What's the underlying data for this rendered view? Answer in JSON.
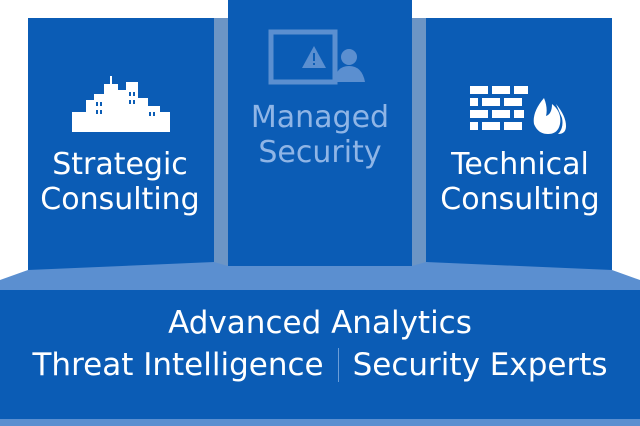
{
  "colors": {
    "primary_blue": "#0b5cb5",
    "dark_blue": "#0a4f9e",
    "light_band": "#5b8fd0",
    "faded_text": "#8fb5e6",
    "white": "#ffffff"
  },
  "pillars": [
    {
      "name": "Strategic\nConsulting",
      "icon": "city-skyline-icon"
    },
    {
      "name": "Managed\nSecurity",
      "icon": "warning-monitor-user-icon"
    },
    {
      "name": "Technical\nConsulting",
      "icon": "firewall-brick-icon"
    }
  ],
  "base": {
    "line1": "Advanced Analytics",
    "left": "Threat Intelligence",
    "right": "Security Experts"
  }
}
